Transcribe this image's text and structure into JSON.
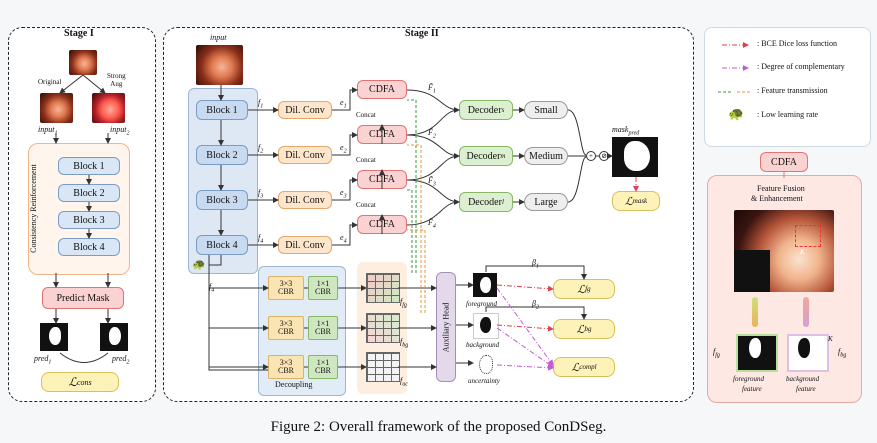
{
  "stage1": {
    "title": "Stage I",
    "original": "Original",
    "strong_aug": "Strong\nAug",
    "input1": "input",
    "input1_sub": "1",
    "input2": "input",
    "input2_sub": "2",
    "vertical_label": "Consistency Reinforcement",
    "blocks": [
      "Block 1",
      "Block 2",
      "Block 3",
      "Block 4"
    ],
    "predict_mask": "Predict Mask",
    "pred1": "pred",
    "pred1_sub": "1",
    "pred2": "pred",
    "pred2_sub": "2",
    "loss": "ℒ",
    "loss_sub": "cons"
  },
  "stage2": {
    "title": "Stage II",
    "input": "input",
    "blocks": [
      "Block 1",
      "Block 2",
      "Block 3",
      "Block 4"
    ],
    "f_labels": [
      "f1",
      "f2",
      "f3",
      "f4"
    ],
    "dil_conv": "Dil. Conv",
    "e_labels": [
      "e1",
      "e2",
      "e3",
      "e4"
    ],
    "cdfa": "CDFA",
    "concat": "Concat",
    "ftilde": [
      "F̃1",
      "F̃2",
      "F̃3",
      "F̃4"
    ],
    "decoders": [
      "Decoders",
      "Decoderm",
      "Decoderl"
    ],
    "decoder_main": "Decoder",
    "decoder_subs": [
      "s",
      "m",
      "l"
    ],
    "sizes": [
      "Small",
      "Medium",
      "Large"
    ],
    "mask_pred": "mask",
    "mask_pred_sub": "pred",
    "loss_mask": "ℒ",
    "loss_mask_sub": "mask",
    "f4_left": "f4",
    "cbr3": "3×3\nCBR",
    "cbr1": "1×1\nCBR",
    "decoupling": "Decoupling",
    "f_fg": "f",
    "f_fg_sub": "fg",
    "f_bg": "f",
    "f_bg_sub": "bg",
    "f_uc": "f",
    "f_uc_sub": "uc",
    "aux_head": "Auxiliary Head",
    "foreground": "foreground",
    "background": "background",
    "uncertainty": "uncertainty",
    "beta1": "β",
    "beta1_sub": "1",
    "beta2": "β",
    "beta2_sub": "2",
    "loss_fg_sub": "fg",
    "loss_bg_sub": "bg",
    "loss_compl_sub": "compl"
  },
  "legend": {
    "items": [
      {
        "icon": "red-dashdot-arrow",
        "text": ": BCE Dice loss function"
      },
      {
        "icon": "purple-dashdot-arrow",
        "text": ": Degree of complementary"
      },
      {
        "icon": "green-orange-dashed-arrow",
        "text": ": Feature transmission"
      },
      {
        "icon": "turtle-icon",
        "text": ": Low learning rate"
      }
    ],
    "colors": {
      "red": "#e0414a",
      "purple": "#c25bd6",
      "green": "#3a9a3a",
      "orange": "#e8962e",
      "turtle": "#2f8f2f"
    }
  },
  "cdfa_panel": {
    "title": "CDFA",
    "subtitle1": "Feature Fusion",
    "subtitle2": "& Enhancement",
    "k_label": "K",
    "f_fg": "f",
    "f_fg_sub": "fg",
    "f_bg": "f",
    "f_bg_sub": "bg",
    "fg_caption1": "foreground",
    "fg_caption2": "feature",
    "bg_caption1": "background",
    "bg_caption2": "feature"
  },
  "caption": "Figure 2: Overall framework of the proposed ConDSeg."
}
